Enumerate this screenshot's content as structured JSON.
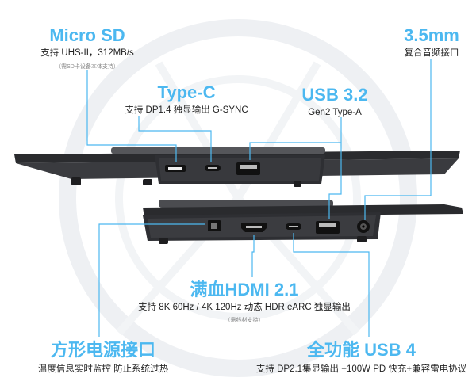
{
  "accent": "#4cb8f0",
  "features": {
    "microsd": {
      "title": "Micro SD",
      "sub": "支持 UHS-II，312MB/s",
      "note": "（需SD卡设备本体支持）"
    },
    "typec": {
      "title": "Type-C",
      "sub": "支持 DP1.4 独显输出 G-SYNC"
    },
    "usb32": {
      "title": "USB 3.2",
      "sub": "Gen2 Type-A"
    },
    "audio": {
      "title": "3.5mm",
      "sub": "复合音频接口"
    },
    "hdmi": {
      "title": "满血HDMI 2.1",
      "sub": "支持 8K 60Hz / 4K 120Hz  动态 HDR eARC 独显输出",
      "note": "（需线材支持）"
    },
    "power": {
      "title": "方形电源接口",
      "sub": "温度信息实时监控 防止系统过热"
    },
    "usb4": {
      "title": "全功能 USB 4",
      "sub": "支持 DP2.1集显输出 +100W PD 快充+兼容雷电协议"
    }
  },
  "icons": [
    "microsd-slot-icon",
    "usb-c-port-icon",
    "usb-a-port-icon",
    "power-port-icon",
    "hdmi-port-icon",
    "audio-jack-icon"
  ]
}
